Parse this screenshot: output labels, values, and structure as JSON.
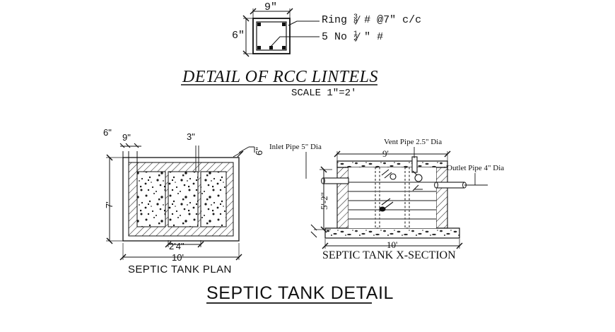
{
  "drawing": {
    "title": "SEPTIC TANK DETAIL",
    "background": "#ffffff",
    "line_color": "#111111",
    "hatch_color": "#222222"
  },
  "lintel_detail": {
    "title": "DETAIL OF RCC LINTELS",
    "scale": "SCALE  1\"=2'",
    "width_dim": "9\"",
    "height_dim": "6\"",
    "ring_label_prefix": "Ring",
    "ring_fraction_num": "3",
    "ring_fraction_den": "8",
    "ring_label_suffix": "#  @7\"  c/c",
    "bar_label_prefix": "5  No",
    "bar_fraction_num": "1",
    "bar_fraction_den": "2",
    "bar_label_suffix": "\"  #",
    "bar_count": 5
  },
  "plan_view": {
    "title": "SEPTIC TANK PLAN",
    "dim_wall_left": "6\"",
    "dim_wall_inner": "9\"",
    "dim_partition": "3\"",
    "dim_right_side": "6\"",
    "dim_height": "7'",
    "dim_chamber": "2'4\"",
    "dim_overall": "10'",
    "chamber_count": 3
  },
  "xsection_view": {
    "title": "SEPTIC TANK X-SECTION",
    "inlet_label": "Inlet Pipe 5\" Dia",
    "vent_label": "Vent Pipe 2.5\" Dia",
    "outlet_label": "Outlet Pipe 4\" Dia",
    "dim_top": "9'",
    "dim_height": "5'-2\"",
    "dim_overall": "10'"
  }
}
